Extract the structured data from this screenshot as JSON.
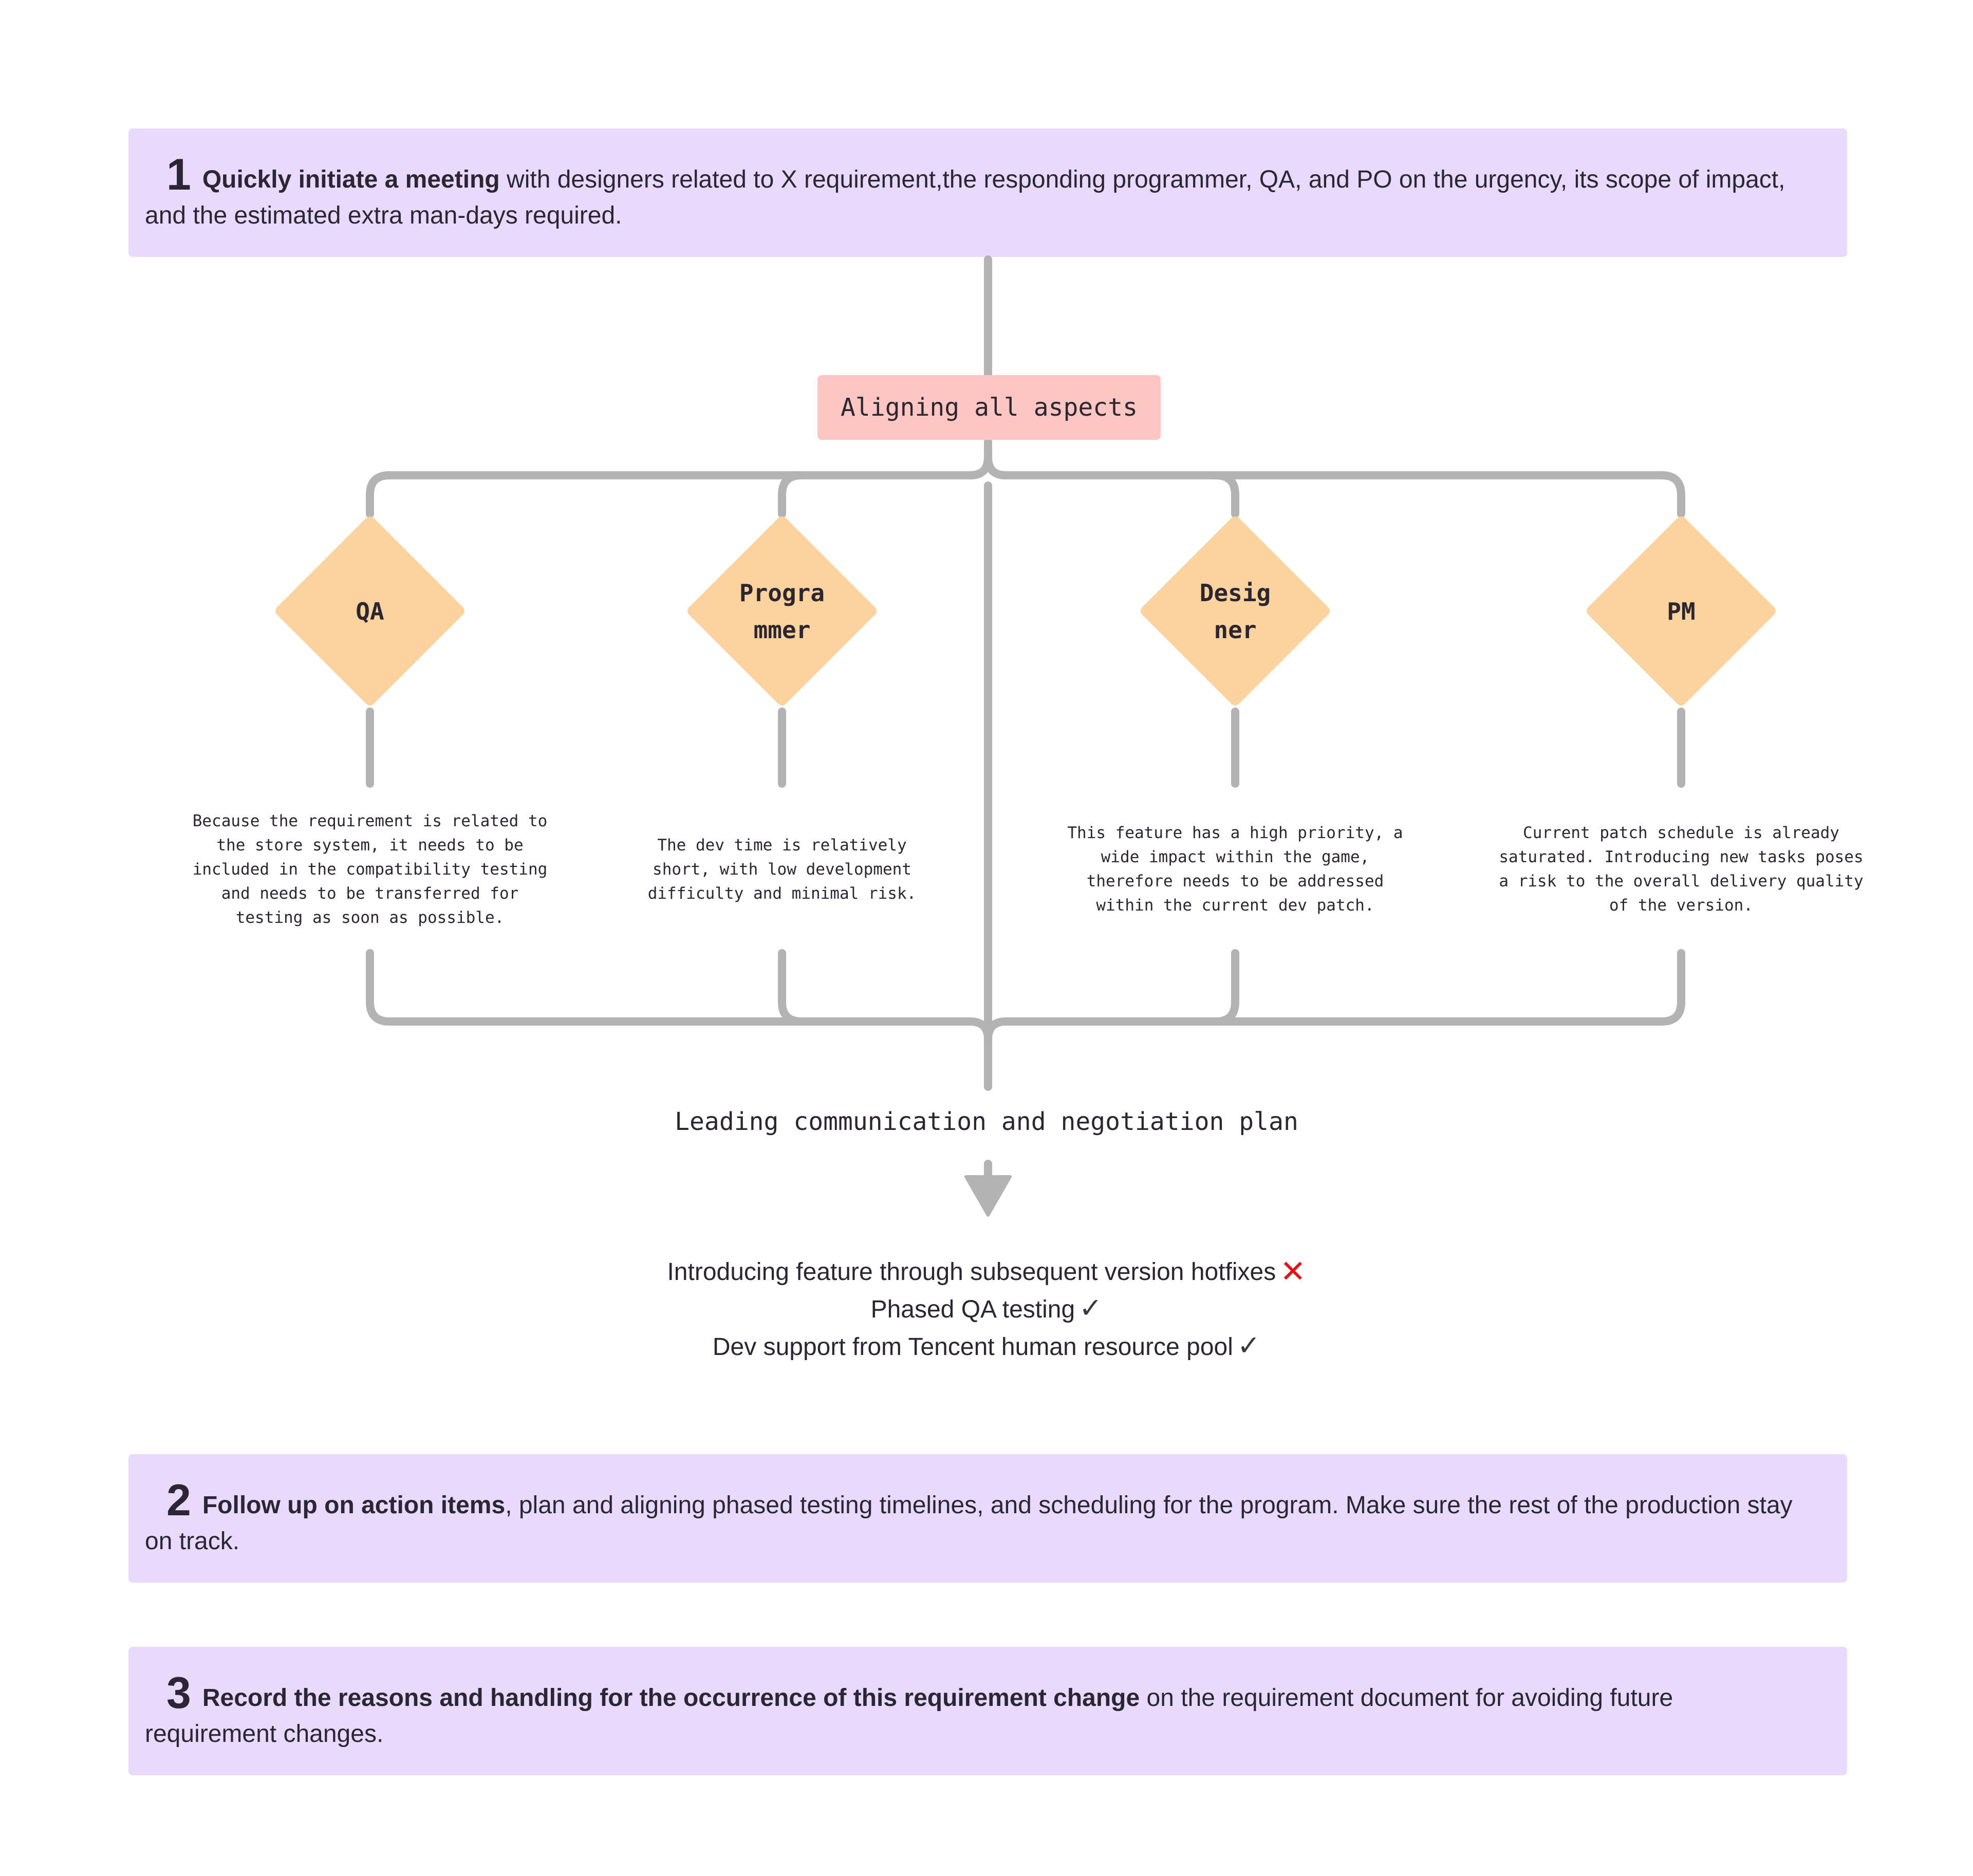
{
  "steps": [
    {
      "number": "1",
      "lead": "Quickly initiate a meeting",
      "rest": " with designers related to X requirement,the responding programmer, QA, and PO on the urgency, its scope of impact, and the estimated extra man-days required."
    },
    {
      "number": "2",
      "lead": "Follow up on action items",
      "rest": ", plan and aligning phased testing timelines, and scheduling for the program. Make sure the rest of the production stay on track."
    },
    {
      "number": "3",
      "lead": "Record the reasons and handling for the occurrence of this requirement change",
      "rest": " on the requirement document for avoiding future requirement changes."
    }
  ],
  "hub": {
    "label": "Aligning all aspects"
  },
  "roles": [
    {
      "label": "QA",
      "note": "Because the requirement is related to the store system, it needs to be included in the compatibility testing and needs to be transferred for testing as soon as possible."
    },
    {
      "label": "Progra mmer",
      "note": "The dev time is relatively short, with low development difficulty and minimal risk."
    },
    {
      "label": "Desig ner",
      "note": "This feature has a high priority, a wide impact within the game, therefore needs to be addressed within the current dev patch."
    },
    {
      "label": "PM",
      "note": "Current patch schedule is already saturated. Introducing new tasks poses a risk to the overall delivery quality of the version."
    }
  ],
  "plan": {
    "title": "Leading communication and negotiation plan",
    "options": [
      {
        "text": "Introducing feature through subsequent version hotfixes",
        "status": "rejected",
        "mark": "✕"
      },
      {
        "text": "Phased QA testing",
        "status": "accepted",
        "mark": "✓"
      },
      {
        "text": "Dev support from Tencent human resource pool",
        "status": "accepted",
        "mark": "✓"
      }
    ]
  },
  "colors": {
    "step_bg": "#e8dafd",
    "hub_bg": "#fec6c3",
    "role_bg": "#fcd39e",
    "connector": "#b3b3b3",
    "reject_mark": "#e0151b"
  }
}
